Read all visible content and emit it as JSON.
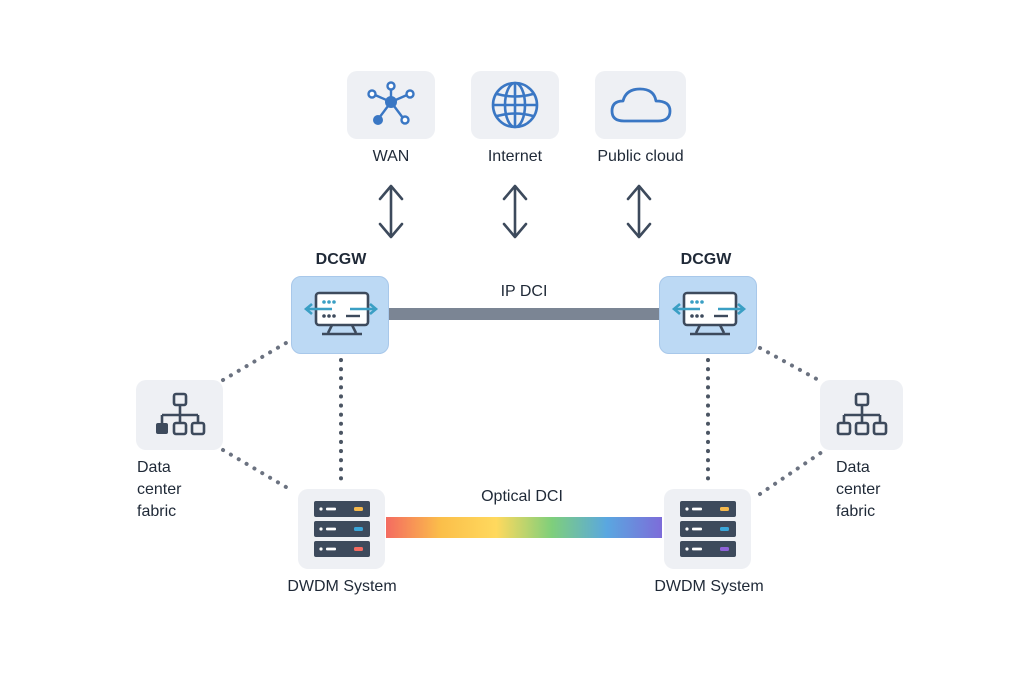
{
  "colors": {
    "tile": "#eef0f4",
    "dcgw_fill": "#bcd9f4",
    "icon_blue": "#3a77c4",
    "icon_dark": "#3d4a5c",
    "link_gray": "#7b8594",
    "arrow_teal": "#3a9fc4"
  },
  "top": {
    "wan": {
      "label": "WAN",
      "icon": "network-star-icon"
    },
    "internet": {
      "label": "Internet",
      "icon": "globe-icon"
    },
    "cloud": {
      "label": "Public cloud",
      "icon": "cloud-icon"
    }
  },
  "dcgw": {
    "left": {
      "label": "DCGW",
      "icon": "gateway-icon"
    },
    "right": {
      "label": "DCGW",
      "icon": "gateway-icon"
    }
  },
  "links": {
    "ip_dci": "IP DCI",
    "optical_dci": "Optical DCI",
    "optical_gradient": [
      "#f46b61",
      "#fbbf4a",
      "#ffd95e",
      "#7fcf7b",
      "#5aa7e0",
      "#7d6cd9"
    ]
  },
  "fabric": {
    "left": {
      "line1": "Data",
      "line2": "center",
      "line3": "fabric",
      "icon": "hierarchy-icon"
    },
    "right": {
      "line1": "Data",
      "line2": "center",
      "line3": "fabric",
      "icon": "hierarchy-icon"
    }
  },
  "dwdm": {
    "left": {
      "label": "DWDM System",
      "icon": "server-rack-icon",
      "led_colors": [
        "#f5b84c",
        "#3aa6d9",
        "#f46b61"
      ]
    },
    "right": {
      "label": "DWDM System",
      "icon": "server-rack-icon",
      "led_colors": [
        "#f5b84c",
        "#3aa6d9",
        "#8f63d8"
      ]
    }
  }
}
